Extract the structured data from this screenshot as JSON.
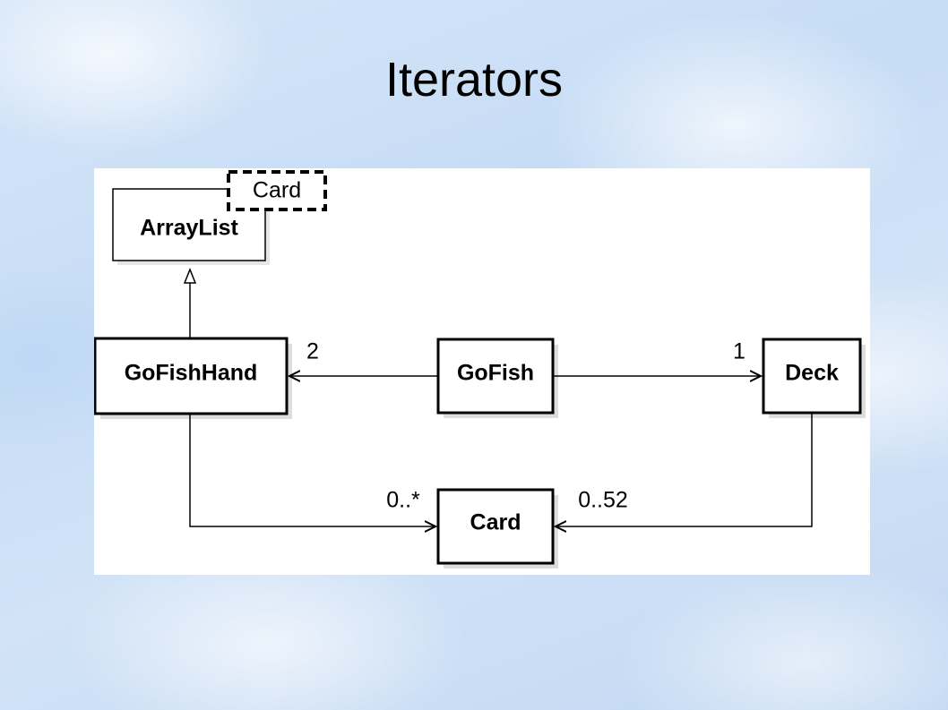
{
  "slide": {
    "title": "Iterators"
  },
  "diagram": {
    "classes": {
      "arraylist": "ArrayList",
      "arraylist_param": "Card",
      "gofishhand": "GoFishHand",
      "gofish": "GoFish",
      "deck": "Deck",
      "card": "Card"
    },
    "multiplicities": {
      "gofish_to_hand": "2",
      "gofish_to_deck": "1",
      "hand_to_card": "0..*",
      "deck_to_card": "0..52"
    }
  }
}
